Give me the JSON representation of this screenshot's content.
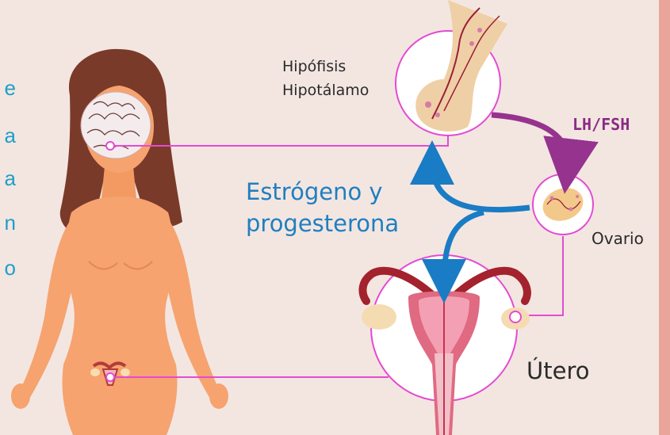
{
  "edge_letters": [
    "e",
    "a",
    "a",
    "n",
    "o"
  ],
  "labels": {
    "hipofisis": "Hipófisis",
    "hipotalamo": "Hipotálamo",
    "lh_fsh": "LH/FSH",
    "estrogeno_1": "Estrógeno y",
    "estrogeno_2": "progesterona",
    "ovario": "Ovario",
    "utero": "Útero"
  },
  "colors": {
    "background": "#f3e6e1",
    "skin": "#f6a36f",
    "hair": "#7a3a2a",
    "connector": "#e44ad2",
    "arrow_lh": "#96338e",
    "arrow_hormone": "#1a7cc4",
    "text_blue": "#1f7fc0",
    "border": "#e9a59a"
  }
}
